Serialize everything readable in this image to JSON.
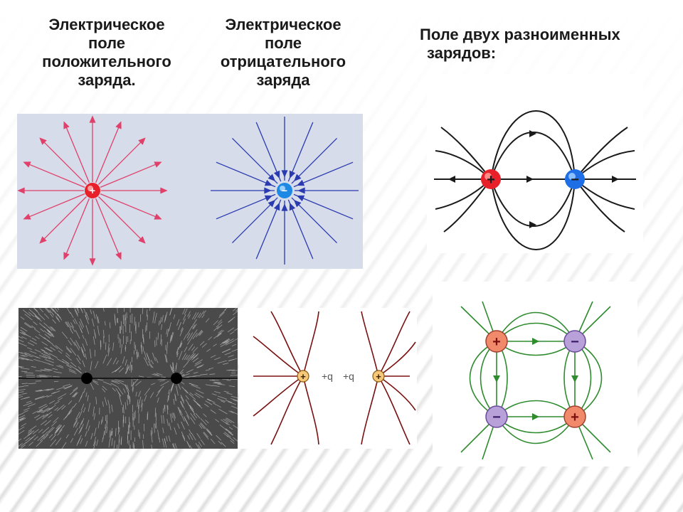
{
  "captions": {
    "positive": [
      "Электрическое",
      "поле",
      "положительного",
      "заряда."
    ],
    "negative": [
      "Электрическое",
      "поле",
      "отрицательного",
      "заряда"
    ],
    "dipole": [
      "Поле двух разноименных",
      "зарядов:"
    ]
  },
  "charge_labels": {
    "plus": "+",
    "minus": "−",
    "q1": "+q",
    "q2": "+q"
  },
  "colors": {
    "positive_lines": "#e0406a",
    "negative_lines": "#2a3ab0",
    "panel_bg": "#d6dcea",
    "pos_charge": "#e8202a",
    "neg_charge": "#1e88e5",
    "brown_lines": "#7a1010",
    "green_lines": "#2e8b2e"
  }
}
